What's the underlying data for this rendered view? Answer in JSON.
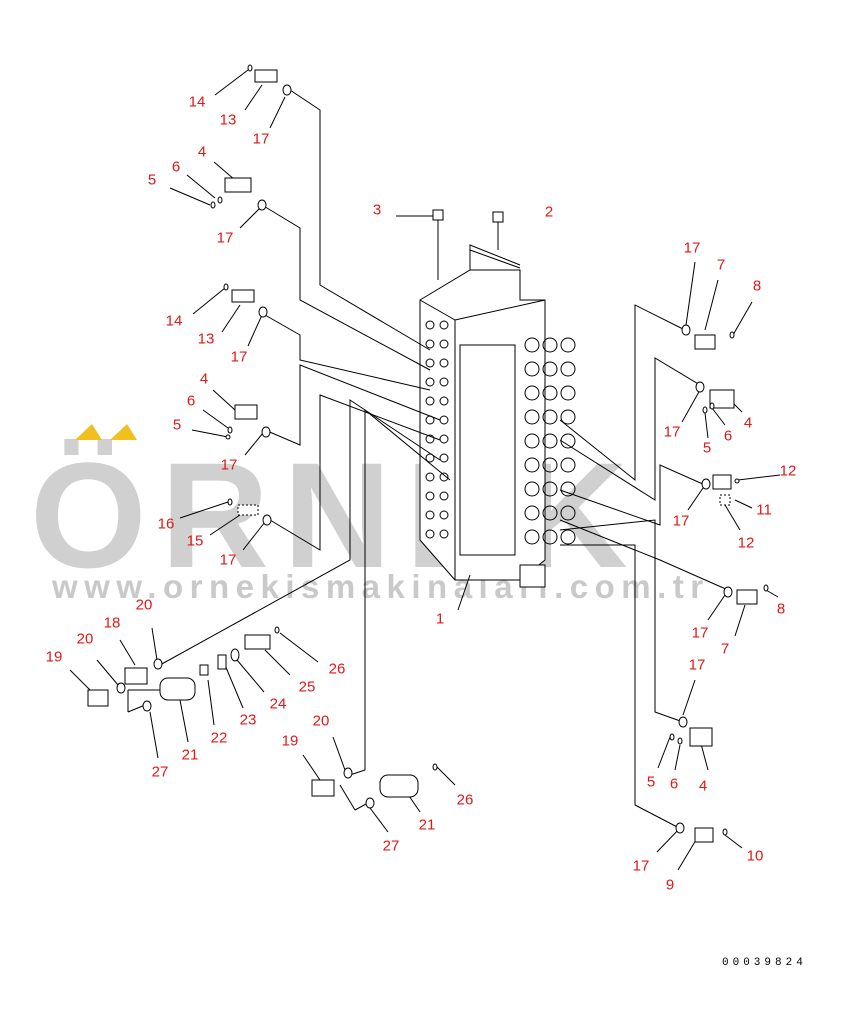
{
  "watermark": {
    "brand": "ÖRNEK",
    "url": "www.ornekismakinalari.com.tr",
    "dot_color": "#f0c020"
  },
  "drawing_code": "00039824",
  "label_color": "#e01818",
  "callouts": [
    {
      "id": "c1",
      "text": "14"
    },
    {
      "id": "c2",
      "text": "13"
    },
    {
      "id": "c3",
      "text": "17"
    },
    {
      "id": "c4",
      "text": "5"
    },
    {
      "id": "c5",
      "text": "6"
    },
    {
      "id": "c6",
      "text": "4"
    },
    {
      "id": "c7",
      "text": "17"
    },
    {
      "id": "c8",
      "text": "3"
    },
    {
      "id": "c9",
      "text": "2"
    },
    {
      "id": "c10",
      "text": "14"
    },
    {
      "id": "c11",
      "text": "13"
    },
    {
      "id": "c12",
      "text": "17"
    },
    {
      "id": "c13",
      "text": "4"
    },
    {
      "id": "c14",
      "text": "6"
    },
    {
      "id": "c15",
      "text": "5"
    },
    {
      "id": "c16",
      "text": "17"
    },
    {
      "id": "c17",
      "text": "16"
    },
    {
      "id": "c18",
      "text": "15"
    },
    {
      "id": "c19",
      "text": "17"
    },
    {
      "id": "c20",
      "text": "20"
    },
    {
      "id": "c21",
      "text": "18"
    },
    {
      "id": "c22",
      "text": "20"
    },
    {
      "id": "c23",
      "text": "19"
    },
    {
      "id": "c24",
      "text": "26"
    },
    {
      "id": "c25",
      "text": "25"
    },
    {
      "id": "c26",
      "text": "24"
    },
    {
      "id": "c27",
      "text": "23"
    },
    {
      "id": "c28",
      "text": "22"
    },
    {
      "id": "c29",
      "text": "21"
    },
    {
      "id": "c30",
      "text": "27"
    },
    {
      "id": "c31",
      "text": "1"
    },
    {
      "id": "c32",
      "text": "20"
    },
    {
      "id": "c33",
      "text": "19"
    },
    {
      "id": "c34",
      "text": "26"
    },
    {
      "id": "c35",
      "text": "21"
    },
    {
      "id": "c36",
      "text": "27"
    },
    {
      "id": "c37",
      "text": "17"
    },
    {
      "id": "c38",
      "text": "7"
    },
    {
      "id": "c39",
      "text": "8"
    },
    {
      "id": "c40",
      "text": "17"
    },
    {
      "id": "c41",
      "text": "5"
    },
    {
      "id": "c42",
      "text": "6"
    },
    {
      "id": "c43",
      "text": "4"
    },
    {
      "id": "c44",
      "text": "12"
    },
    {
      "id": "c45",
      "text": "11"
    },
    {
      "id": "c46",
      "text": "17"
    },
    {
      "id": "c47",
      "text": "12"
    },
    {
      "id": "c48",
      "text": "17"
    },
    {
      "id": "c49",
      "text": "7"
    },
    {
      "id": "c50",
      "text": "8"
    },
    {
      "id": "c51",
      "text": "17"
    },
    {
      "id": "c52",
      "text": "5"
    },
    {
      "id": "c53",
      "text": "6"
    },
    {
      "id": "c54",
      "text": "4"
    },
    {
      "id": "c55",
      "text": "17"
    },
    {
      "id": "c56",
      "text": "9"
    },
    {
      "id": "c57",
      "text": "10"
    }
  ]
}
